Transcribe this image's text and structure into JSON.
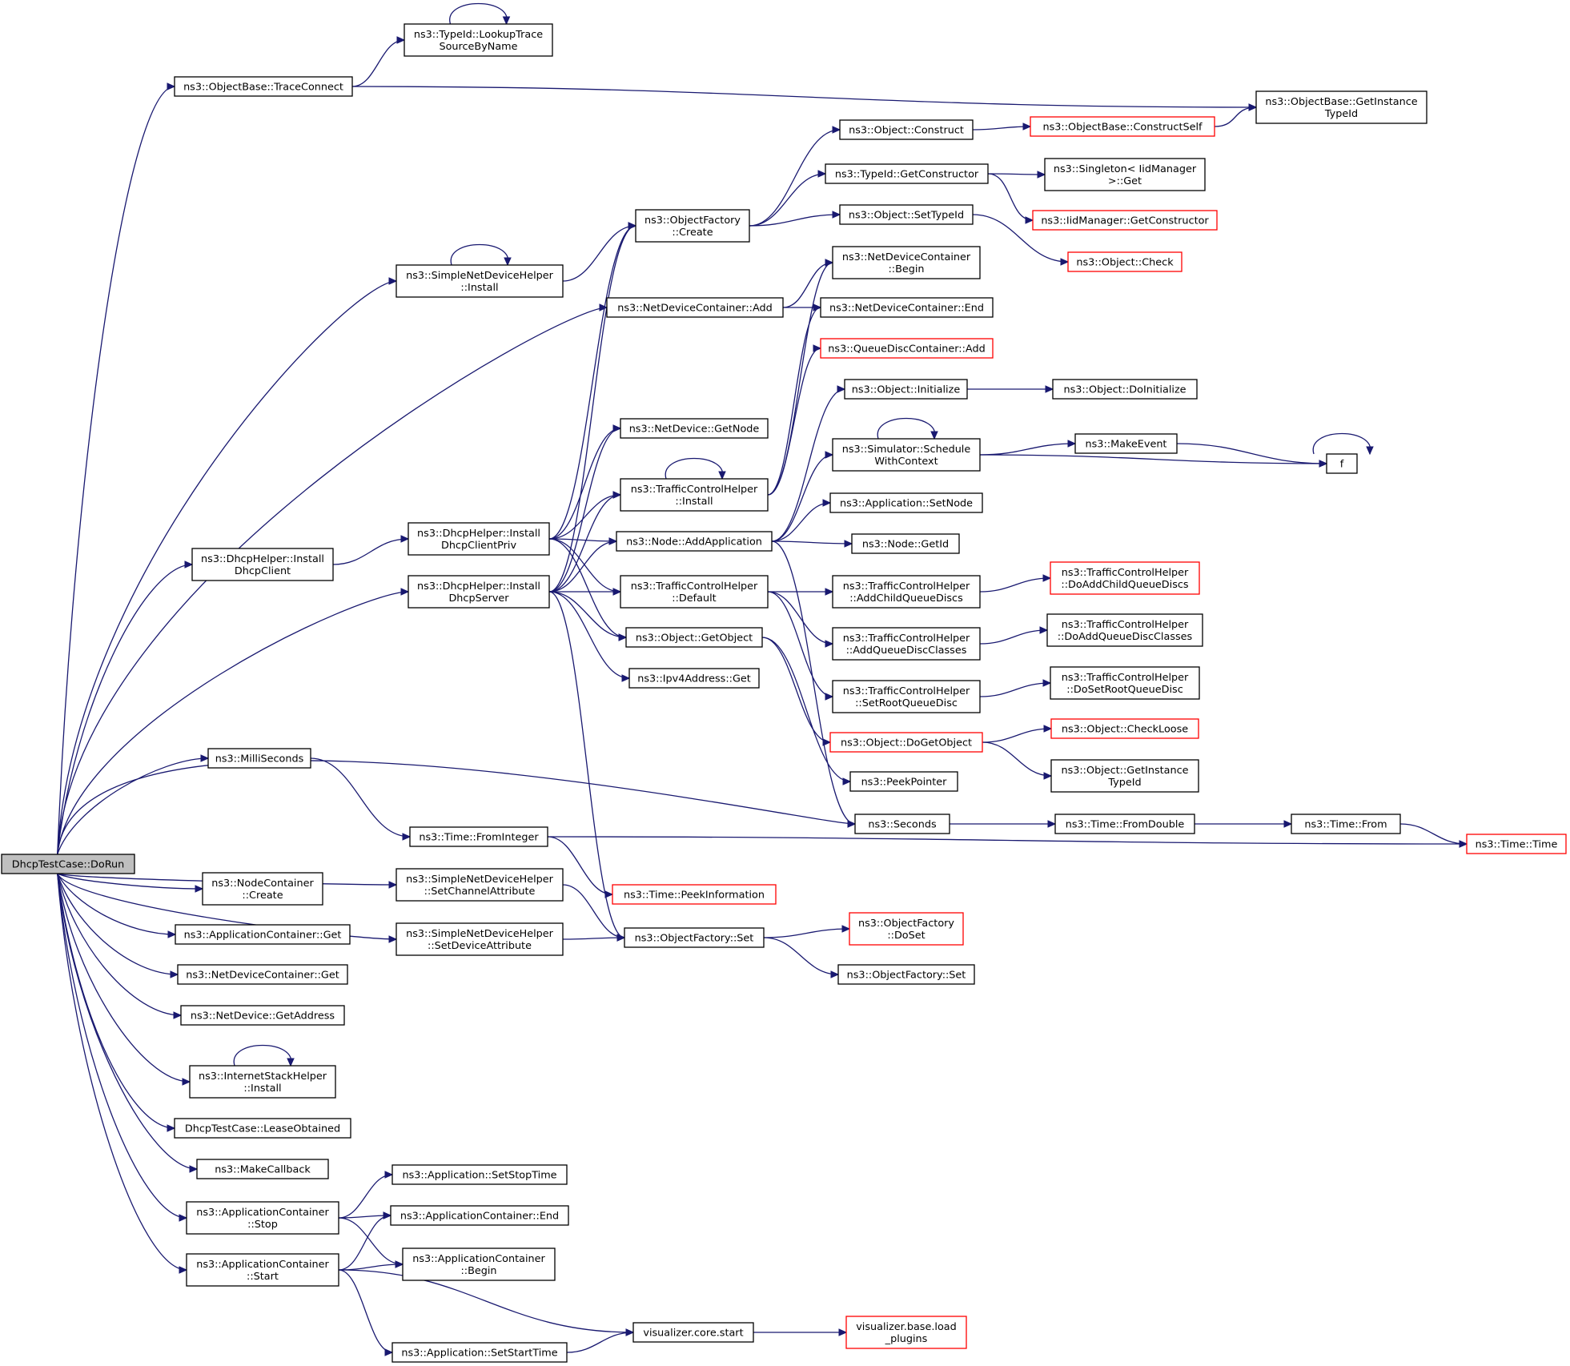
{
  "nodes": {
    "root": [
      "DhcpTestCase::DoRun"
    ],
    "traceconnect": [
      "ns3::ObjectBase::TraceConnect"
    ],
    "lookuptrace": [
      "ns3::TypeId::LookupTrace",
      "SourceByName"
    ],
    "getinstancetypeid_ob": [
      "ns3::ObjectBase::GetInstance",
      "TypeId"
    ],
    "obj_construct": [
      "ns3::Object::Construct"
    ],
    "constructself": [
      "ns3::ObjectBase::ConstructSelf"
    ],
    "typeid_getctor": [
      "ns3::TypeId::GetConstructor"
    ],
    "singleton_get": [
      "ns3::Singleton< IidManager",
      ">::Get"
    ],
    "iid_getctor": [
      "ns3::IidManager::GetConstructor"
    ],
    "obj_settypeid": [
      "ns3::Object::SetTypeId"
    ],
    "objfactory_create": [
      "ns3::ObjectFactory",
      "::Create"
    ],
    "obj_check": [
      "ns3::Object::Check"
    ],
    "sndh_install": [
      "ns3::SimpleNetDeviceHelper",
      "::Install"
    ],
    "ndc_begin": [
      "ns3::NetDeviceContainer",
      "::Begin"
    ],
    "ndc_add": [
      "ns3::NetDeviceContainer::Add"
    ],
    "ndc_end": [
      "ns3::NetDeviceContainer::End"
    ],
    "qdc_add": [
      "ns3::QueueDiscContainer::Add"
    ],
    "obj_initialize": [
      "ns3::Object::Initialize"
    ],
    "obj_doinitialize": [
      "ns3::Object::DoInitialize"
    ],
    "nd_getnode": [
      "ns3::NetDevice::GetNode"
    ],
    "sim_schedule": [
      "ns3::Simulator::Schedule",
      "WithContext"
    ],
    "makeevent": [
      "ns3::MakeEvent"
    ],
    "f": [
      "f"
    ],
    "tch_install": [
      "ns3::TrafficControlHelper",
      "::Install"
    ],
    "app_setnode": [
      "ns3::Application::SetNode"
    ],
    "dhcp_clientpriv": [
      "ns3::DhcpHelper::Install",
      "DhcpClientPriv"
    ],
    "node_addapp": [
      "ns3::Node::AddApplication"
    ],
    "node_getid": [
      "ns3::Node::GetId"
    ],
    "dhcp_client": [
      "ns3::DhcpHelper::Install",
      "DhcpClient"
    ],
    "dhcp_server": [
      "ns3::DhcpHelper::Install",
      "DhcpServer"
    ],
    "tch_default": [
      "ns3::TrafficControlHelper",
      "::Default"
    ],
    "tch_addchild": [
      "ns3::TrafficControlHelper",
      "::AddChildQueueDiscs"
    ],
    "tch_doaddchild": [
      "ns3::TrafficControlHelper",
      "::DoAddChildQueueDiscs"
    ],
    "obj_getobject": [
      "ns3::Object::GetObject"
    ],
    "tch_addclasses": [
      "ns3::TrafficControlHelper",
      "::AddQueueDiscClasses"
    ],
    "tch_doaddclasses": [
      "ns3::TrafficControlHelper",
      "::DoAddQueueDiscClasses"
    ],
    "ipv4_get": [
      "ns3::Ipv4Address::Get"
    ],
    "tch_setroot": [
      "ns3::TrafficControlHelper",
      "::SetRootQueueDisc"
    ],
    "tch_dosetroot": [
      "ns3::TrafficControlHelper",
      "::DoSetRootQueueDisc"
    ],
    "obj_dogetobject": [
      "ns3::Object::DoGetObject"
    ],
    "obj_checkloose": [
      "ns3::Object::CheckLoose"
    ],
    "millis": [
      "ns3::MilliSeconds"
    ],
    "peekpointer": [
      "ns3::PeekPointer"
    ],
    "obj_getinstancetypeid": [
      "ns3::Object::GetInstance",
      "TypeId"
    ],
    "seconds": [
      "ns3::Seconds"
    ],
    "time_fromdouble": [
      "ns3::Time::FromDouble"
    ],
    "time_from": [
      "ns3::Time::From"
    ],
    "time_frominteger": [
      "ns3::Time::FromInteger"
    ],
    "time_time": [
      "ns3::Time::Time"
    ],
    "sndh_setchannel": [
      "ns3::SimpleNetDeviceHelper",
      "::SetChannelAttribute"
    ],
    "time_peekinfo": [
      "ns3::Time::PeekInformation"
    ],
    "nodecont_create": [
      "ns3::NodeContainer",
      "::Create"
    ],
    "of_doset": [
      "ns3::ObjectFactory",
      "::DoSet"
    ],
    "sndh_setdevice": [
      "ns3::SimpleNetDeviceHelper",
      "::SetDeviceAttribute"
    ],
    "of_set1": [
      "ns3::ObjectFactory::Set"
    ],
    "appcont_get": [
      "ns3::ApplicationContainer::Get"
    ],
    "ndc_get": [
      "ns3::NetDeviceContainer::Get"
    ],
    "of_set2": [
      "ns3::ObjectFactory::Set"
    ],
    "nd_getaddress": [
      "ns3::NetDevice::GetAddress"
    ],
    "ish_install": [
      "ns3::InternetStackHelper",
      "::Install"
    ],
    "leaseobtained": [
      "DhcpTestCase::LeaseObtained"
    ],
    "makecallback": [
      "ns3::MakeCallback"
    ],
    "app_setstoptime": [
      "ns3::Application::SetStopTime"
    ],
    "appcont_stop": [
      "ns3::ApplicationContainer",
      "::Stop"
    ],
    "appcont_end": [
      "ns3::ApplicationContainer::End"
    ],
    "appcont_begin": [
      "ns3::ApplicationContainer",
      "::Begin"
    ],
    "appcont_start": [
      "ns3::ApplicationContainer",
      "::Start"
    ],
    "viz_core_start": [
      "visualizer.core.start"
    ],
    "viz_base_load": [
      "visualizer.base.load",
      "_plugins"
    ],
    "app_setstarttime": [
      "ns3::Application::SetStartTime"
    ]
  },
  "colors": {
    "edge": "#191970",
    "box_border": "#000000",
    "truncated_border": "#ff0000",
    "root_fill": "#bfbfbf"
  }
}
